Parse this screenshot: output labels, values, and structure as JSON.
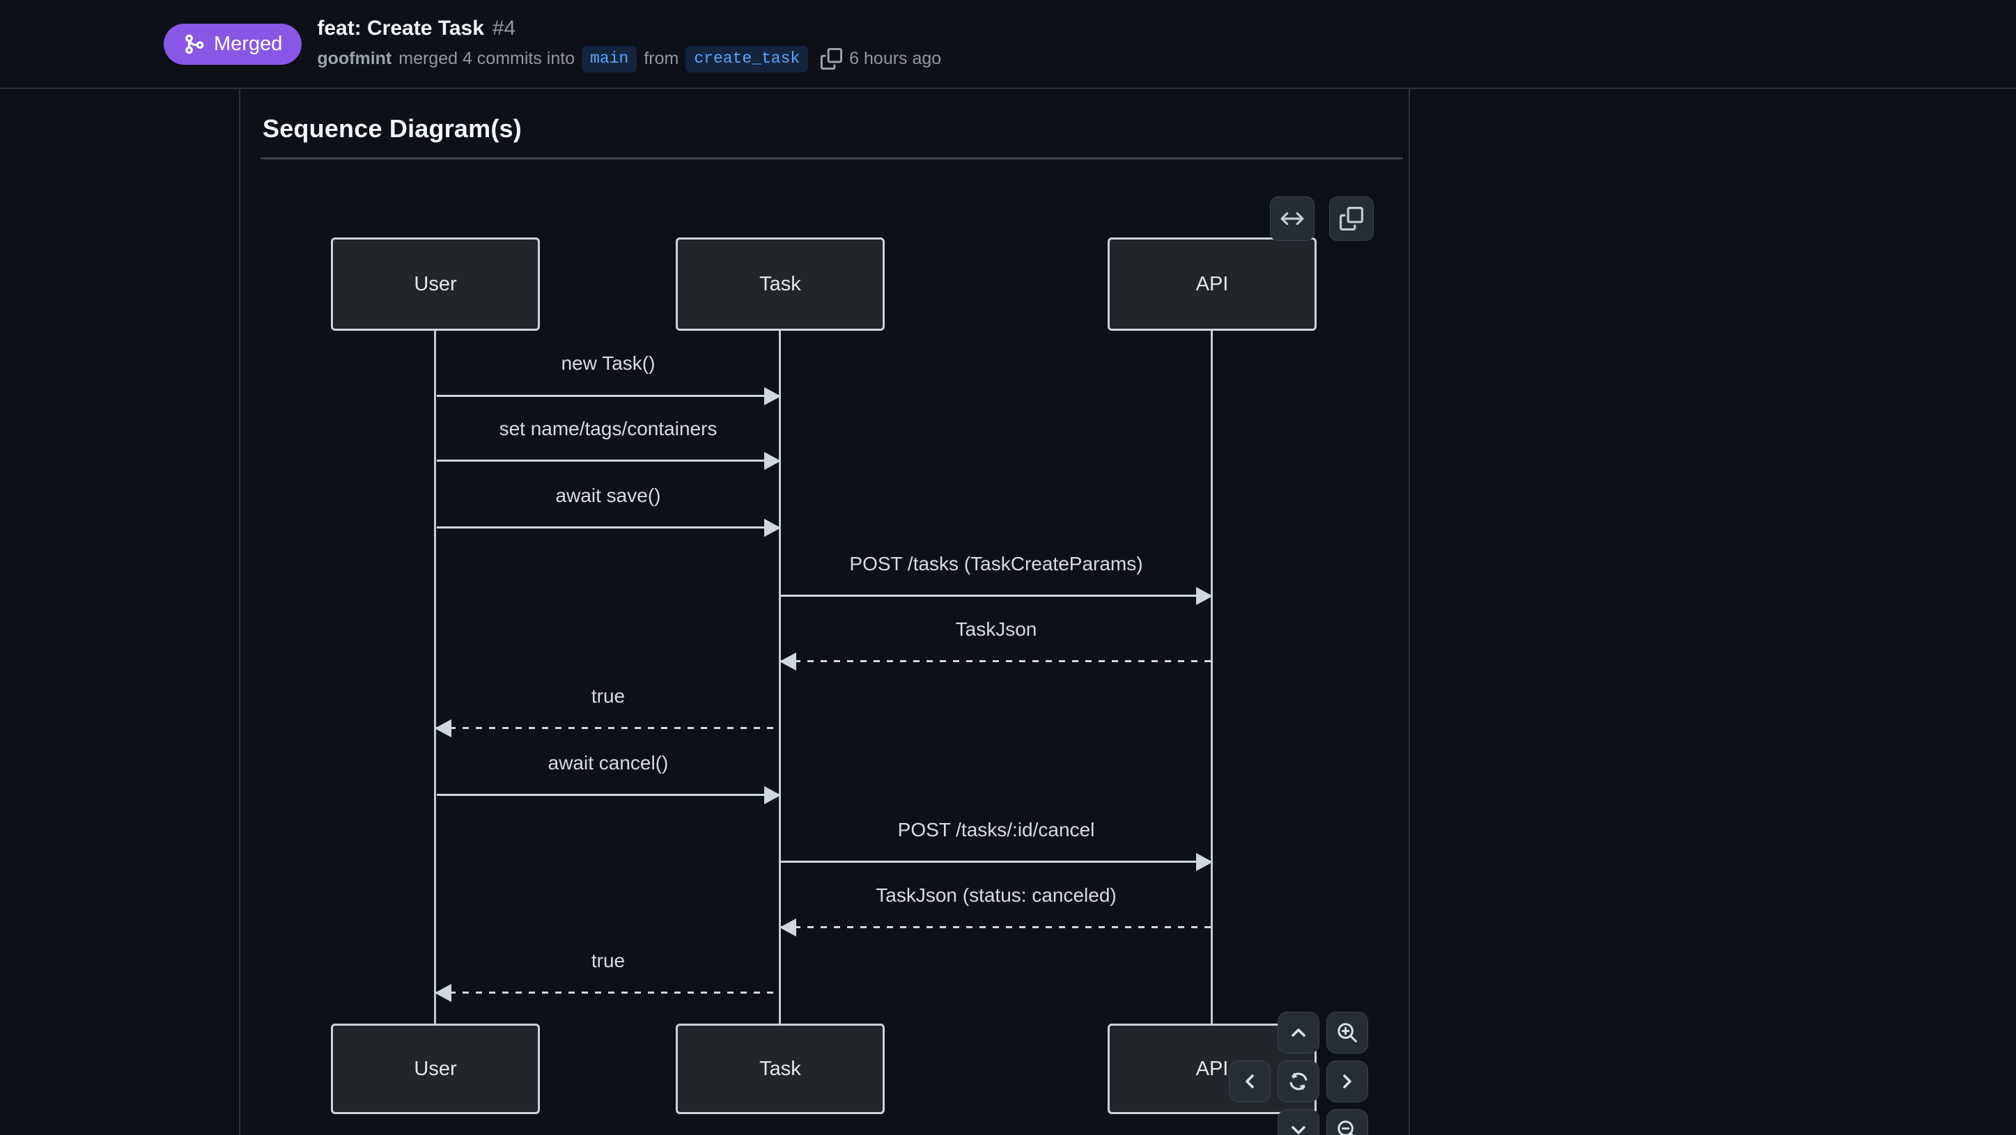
{
  "header": {
    "status_badge": "Merged",
    "title": "feat: Create Task",
    "number": "#4",
    "author": "goofmint",
    "merged_text": "merged 4 commits into",
    "base_branch": "main",
    "from_text": "from",
    "head_branch": "create_task",
    "time": "6 hours ago"
  },
  "section": {
    "heading": "Sequence Diagram(s)"
  },
  "diagram": {
    "type": "sequence",
    "actors": [
      "User",
      "Task",
      "API"
    ],
    "messages": [
      {
        "from": "User",
        "to": "Task",
        "text": "new Task()",
        "line": "solid"
      },
      {
        "from": "User",
        "to": "Task",
        "text": "set name/tags/containers",
        "line": "solid"
      },
      {
        "from": "User",
        "to": "Task",
        "text": "await save()",
        "line": "solid"
      },
      {
        "from": "Task",
        "to": "API",
        "text": "POST /tasks (TaskCreateParams)",
        "line": "solid"
      },
      {
        "from": "API",
        "to": "Task",
        "text": "TaskJson",
        "line": "dashed"
      },
      {
        "from": "Task",
        "to": "User",
        "text": "true",
        "line": "dashed"
      },
      {
        "from": "User",
        "to": "Task",
        "text": "await cancel()",
        "line": "solid"
      },
      {
        "from": "Task",
        "to": "API",
        "text": "POST /tasks/:id/cancel",
        "line": "solid"
      },
      {
        "from": "API",
        "to": "Task",
        "text": "TaskJson (status: canceled)",
        "line": "dashed"
      },
      {
        "from": "Task",
        "to": "User",
        "text": "true",
        "line": "dashed"
      }
    ]
  },
  "diagram_toolbar": {
    "expand_icon": "arrow-both-icon",
    "copy_icon": "copy-icon"
  },
  "diagram_controls": {
    "pan_up": "chevron-up-icon",
    "zoom_in": "zoom-in-icon",
    "pan_left": "chevron-left-icon",
    "reset_view": "sync-icon",
    "pan_right": "chevron-right-icon",
    "pan_down": "chevron-down-icon",
    "zoom_out": "zoom-out-icon"
  },
  "colors": {
    "page_background": "#0d1117",
    "merged_badge": "#8957e5",
    "branch_link": "#58a6ff",
    "border": "#2b323b",
    "diagram_line": "#cfd7df",
    "actor_fill": "#22262a",
    "actor_border": "#ccd3da",
    "text_primary": "#f0f6fc",
    "text_muted": "#9198a1"
  }
}
